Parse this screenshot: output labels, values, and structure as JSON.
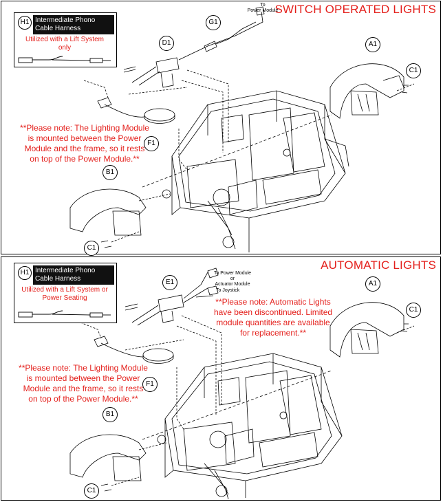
{
  "top": {
    "title": "SWITCH OPERATED LIGHTS",
    "inset": {
      "callout": "H1",
      "heading_line1": "Intermediate Phono",
      "heading_line2": "Cable Harness",
      "note_line1": "Utilized with a Lift System",
      "note_line2": "only"
    },
    "note": {
      "line1": "**Please note: The Lighting Module",
      "line2": "is mounted between the Power",
      "line3": "Module and the frame, so it rests",
      "line4": "on top of the Power Module.**"
    },
    "to_power_line1": "To",
    "to_power_line2": "Power Module",
    "callouts": {
      "g1": "G1",
      "d1": "D1",
      "a1": "A1",
      "c1_right": "C1",
      "f1": "F1",
      "b1": "B1",
      "c1_left": "C1"
    }
  },
  "bottom": {
    "title": "AUTOMATIC LIGHTS",
    "inset": {
      "callout": "H1",
      "heading_line1": "Intermediate Phono",
      "heading_line2": "Cable Harness",
      "note_line1": "Utilized with a Lift System or",
      "note_line2": "Power Seating"
    },
    "note": {
      "line1": "**Please note: The Lighting Module",
      "line2": "is mounted between the Power",
      "line3": "Module and the frame, so it rests",
      "line4": "on top of the Power Module.**"
    },
    "auto_note": {
      "line1": "**Please note: Automatic Lights",
      "line2": "have been discontinued. Limited",
      "line3": "module quantities are available",
      "line4": "for replacement.**"
    },
    "to_power_line1": "To Power Module",
    "to_power_line2": "or",
    "to_power_line3": "Actuator Module",
    "to_joystick": "To Joystick",
    "callouts": {
      "e1": "E1",
      "a1": "A1",
      "c1_right": "C1",
      "f1": "F1",
      "b1": "B1",
      "c1_left": "C1"
    }
  },
  "colors": {
    "note_red": "#e4201c",
    "line": "#000000",
    "inset_header_bg": "#111111"
  }
}
